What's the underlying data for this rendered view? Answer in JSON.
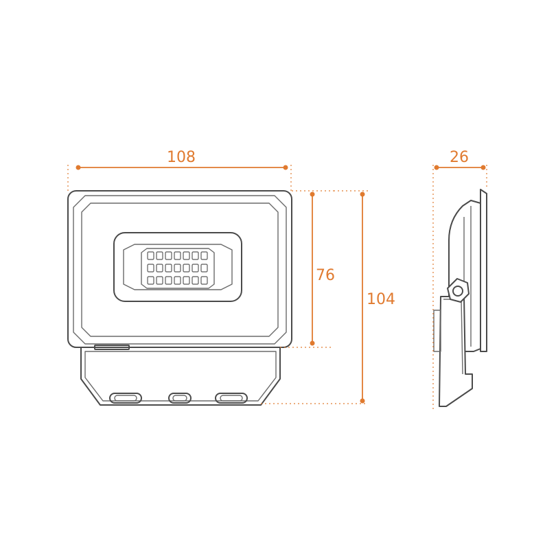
{
  "dimensions": {
    "width_front": "108",
    "height_body": "76",
    "height_total": "104",
    "depth_side": "26"
  },
  "colors": {
    "dimension": "#e07a2f",
    "outline": "#4a4a4a"
  },
  "led_grid": {
    "rows": 3,
    "cols": 7
  }
}
